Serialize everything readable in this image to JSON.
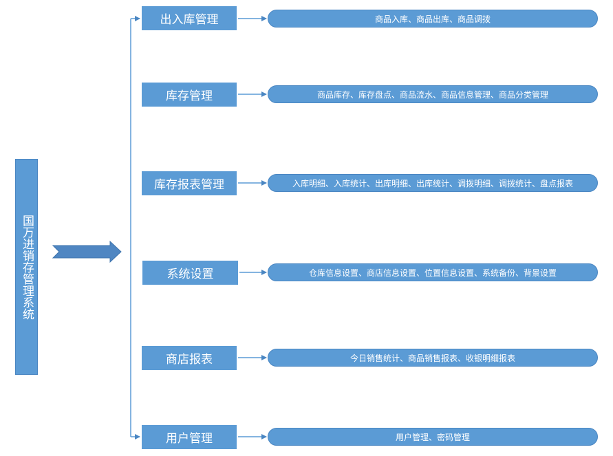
{
  "root": {
    "label": "国万进销存管理系统"
  },
  "modules": [
    {
      "label": "出入库管理",
      "detail": "商品入库、商品出库、商品调拨"
    },
    {
      "label": "库存管理",
      "detail": "商品库存、库存盘点、商品流水、商品信息管理、商品分类管理"
    },
    {
      "label": "库存报表管理",
      "detail": "入库明细、入库统计、出库明细、出库统计、调拨明细、调拨统计、盘点报表"
    },
    {
      "label": "系统设置",
      "detail": "仓库信息设置、商店信息设置、位置信息设置、系统备份、背景设置"
    },
    {
      "label": "商店报表",
      "detail": "今日销售统计、商品销售报表、收银明细报表"
    },
    {
      "label": "用户管理",
      "detail": "用户管理、密码管理"
    }
  ],
  "colors": {
    "node_fill": "#5b9bd5",
    "node_border": "#4a86c2",
    "text": "#ffffff",
    "connector": "#5b9bd5"
  }
}
